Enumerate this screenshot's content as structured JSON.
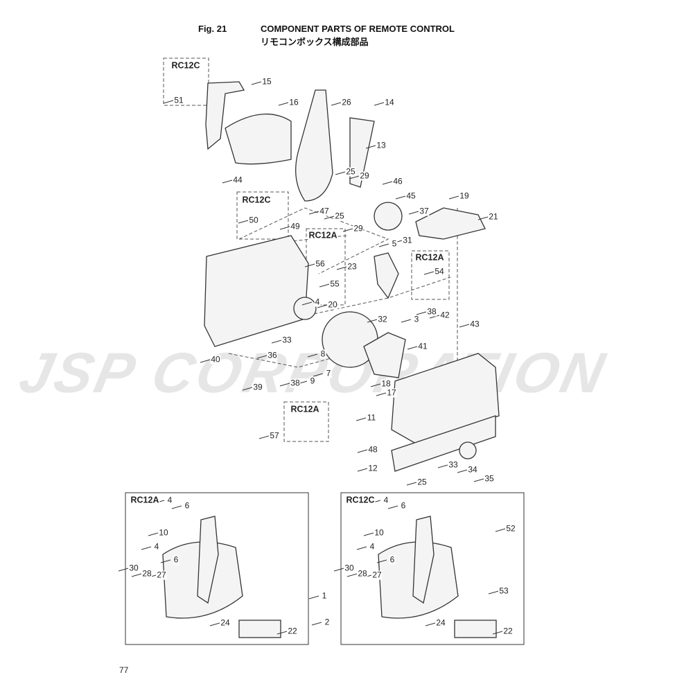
{
  "header": {
    "figure": "Fig. 21",
    "title": "COMPONENT PARTS OF REMOTE CONTROL",
    "subtitle": "リモコンボックス構成部品"
  },
  "watermark": "JSP CORPORATION",
  "page_number": "77",
  "variant_labels": [
    "RC12C",
    "RC12C",
    "RC12A",
    "RC12A",
    "RC12A",
    "RC12A",
    "RC12C"
  ],
  "callouts": [
    "15",
    "51",
    "16",
    "26",
    "14",
    "13",
    "44",
    "25",
    "29",
    "46",
    "45",
    "47",
    "25",
    "29",
    "19",
    "37",
    "21",
    "50",
    "49",
    "56",
    "55",
    "4",
    "23",
    "5",
    "31",
    "54",
    "20",
    "3",
    "38",
    "42",
    "43",
    "32",
    "33",
    "41",
    "40",
    "36",
    "8",
    "7",
    "18",
    "17",
    "9",
    "38",
    "39",
    "57",
    "11",
    "48",
    "33",
    "34",
    "35",
    "12",
    "25",
    "4",
    "6",
    "10",
    "4",
    "6",
    "30",
    "28",
    "27",
    "1",
    "24",
    "22",
    "2",
    "4",
    "6",
    "10",
    "4",
    "6",
    "52",
    "30",
    "28",
    "27",
    "53",
    "24",
    "22"
  ]
}
